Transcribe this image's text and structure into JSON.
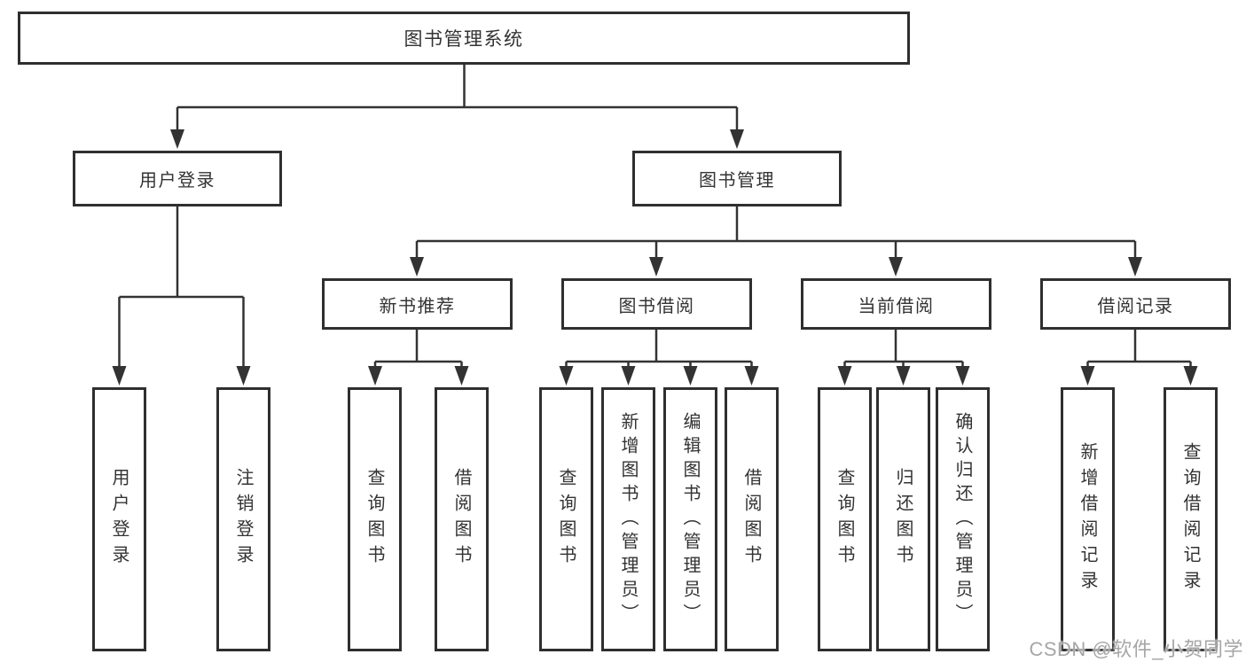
{
  "diagram": {
    "type": "hierarchy-tree",
    "colors": {
      "background": "#ffffff",
      "line": "#333333",
      "box_border": "#2f2f2f",
      "box_background": "#ffffff",
      "text": "#333333",
      "watermark_text_color": "#a6a6a6"
    },
    "tree": {
      "label": "图书管理系统",
      "children": [
        {
          "label": "用户登录",
          "children": [
            {
              "label": "用户登录"
            },
            {
              "label": "注销登录"
            }
          ]
        },
        {
          "label": "图书管理",
          "children": [
            {
              "label": "新书推荐",
              "children": [
                {
                  "label": "查询图书"
                },
                {
                  "label": "借阅图书"
                }
              ]
            },
            {
              "label": "图书借阅",
              "children": [
                {
                  "label": "查询图书"
                },
                {
                  "label": "新增图书（管理员）"
                },
                {
                  "label": "编辑图书（管理员）"
                },
                {
                  "label": "借阅图书"
                }
              ]
            },
            {
              "label": "当前借阅",
              "children": [
                {
                  "label": "查询图书"
                },
                {
                  "label": "归还图书"
                },
                {
                  "label": "确认归还（管理员）"
                }
              ]
            },
            {
              "label": "借阅记录",
              "children": [
                {
                  "label": "新增借阅记录"
                },
                {
                  "label": "查询借阅记录"
                }
              ]
            }
          ]
        }
      ]
    },
    "watermark": {
      "text": "CSDN @软件_小贺同学"
    }
  }
}
